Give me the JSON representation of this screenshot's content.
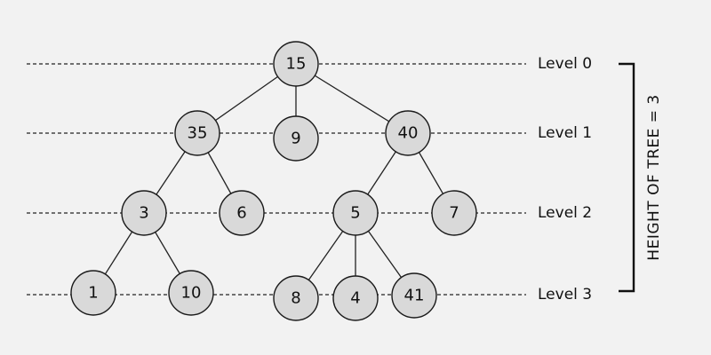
{
  "levels": [
    {
      "label": "Level 0"
    },
    {
      "label": "Level 1"
    },
    {
      "label": "Level 2"
    },
    {
      "label": "Level 3"
    }
  ],
  "nodes": [
    {
      "id": "n15",
      "value": "15",
      "parent": null
    },
    {
      "id": "n35",
      "value": "35",
      "parent": "n15"
    },
    {
      "id": "n9",
      "value": "9",
      "parent": "n15"
    },
    {
      "id": "n40",
      "value": "40",
      "parent": "n15"
    },
    {
      "id": "n3",
      "value": "3",
      "parent": "n35"
    },
    {
      "id": "n6",
      "value": "6",
      "parent": "n35"
    },
    {
      "id": "n5",
      "value": "5",
      "parent": "n40"
    },
    {
      "id": "n7",
      "value": "7",
      "parent": "n40"
    },
    {
      "id": "n1",
      "value": "1",
      "parent": "n3"
    },
    {
      "id": "n10",
      "value": "10",
      "parent": "n3"
    },
    {
      "id": "n8",
      "value": "8",
      "parent": "n5"
    },
    {
      "id": "n4",
      "value": "4",
      "parent": "n5"
    },
    {
      "id": "n41",
      "value": "41",
      "parent": "n5"
    }
  ],
  "height_label": "HEIGHT OF TREE = 3",
  "colors": {
    "node_fill": "#d9d9d9",
    "stroke": "#1a1a1a",
    "background": "#f2f2f2"
  }
}
